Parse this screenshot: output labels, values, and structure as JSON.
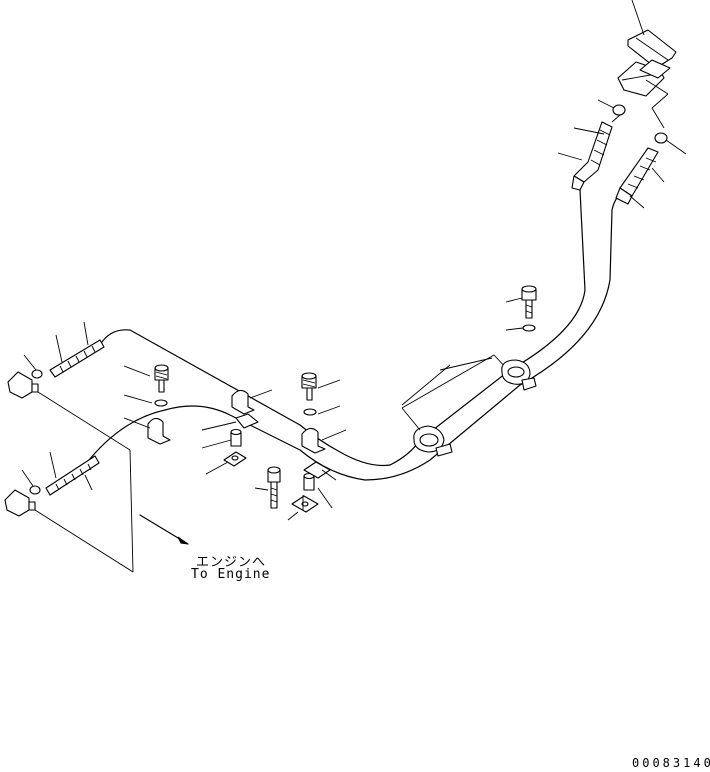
{
  "labels": {
    "destination_jp": "エンジンへ",
    "destination_en": "To Engine",
    "drawing_number": "00083140"
  }
}
